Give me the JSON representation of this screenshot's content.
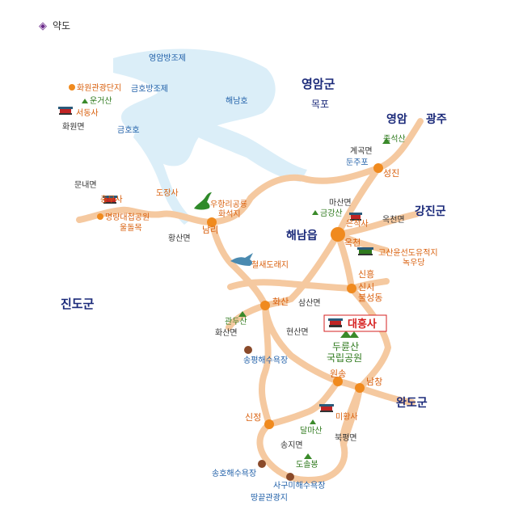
{
  "header": {
    "bullet": "◈",
    "title": "약도"
  },
  "colors": {
    "road": "#f5c9a0",
    "road_edge": "#e3a77a",
    "water": "#dbeef8",
    "town": "#f08a1e",
    "label_blue": "#1f5fa8",
    "label_navy": "#1b2a7a",
    "label_orange": "#d9600e",
    "label_green": "#2f7a1e",
    "label_gray": "#333333",
    "highlight_red": "#d62020"
  },
  "regions": {
    "yeongam_gun": "영암군",
    "mokpo": "목포",
    "yeongam": "영암",
    "gwangju": "광주",
    "gangjin_gun": "강진군",
    "jindo_gun": "진도군",
    "wando_gun": "완도군",
    "haenam_eup": "해남읍"
  },
  "water": {
    "yeongam_bangjoje": "영암방조제",
    "geumho_bangjoje": "금호방조제",
    "haenamho": "해남호",
    "geumhoho": "금호호"
  },
  "towns": {
    "seongjin": "성진",
    "okcheon": "옥천",
    "namni": "남리",
    "hwasan": "화산",
    "sinheung": "신흥",
    "sinsi": "신시",
    "bulseongdong": "불성동",
    "wonsong": "원송",
    "namchang": "남창",
    "sinjeong": "신정"
  },
  "districts": {
    "gyegok": "계곡면",
    "munnae": "문내면",
    "masan": "마산면",
    "okcheon_myeon": "옥천면",
    "hwangsan": "황산면",
    "samsan": "삼산면",
    "hwasan_myeon": "화산면",
    "hyeonsan": "현산면",
    "bukpyeong": "북평면",
    "songji": "송지면",
    "hwawon": "화원면"
  },
  "sites": {
    "hwawon_tour": "화원관광단지",
    "ungeosan": "운거산",
    "seodongsa": "서동사",
    "jokseoksan": "족석산",
    "dunjupo": "둔주포",
    "chungmusa": "충무사",
    "myeongryang": "명량대첩공원",
    "uldolmok": "울돌목",
    "dojangsa": "도장사",
    "dinosaur": "우항리공룡",
    "dinosaur2": "화석지",
    "geumgangsan": "금강산",
    "eunseoksa": "은적사",
    "gosan": "고산윤선도유적지",
    "noktudang": "녹우당",
    "birdland": "철새도래지",
    "gwandusan": "관두산",
    "songpyeong_beach": "송평해수욕장",
    "daeheungsa": "대흥사",
    "duryunsan": "두륜산",
    "national_park": "국립공원",
    "mihwangsa": "미황사",
    "dalmasan": "달마산",
    "dosolbong": "도솔봉",
    "songho_beach": "송호해수욕장",
    "sagumi_beach": "사구미해수욕장",
    "ttangkkeut": "땅끝관광지"
  }
}
